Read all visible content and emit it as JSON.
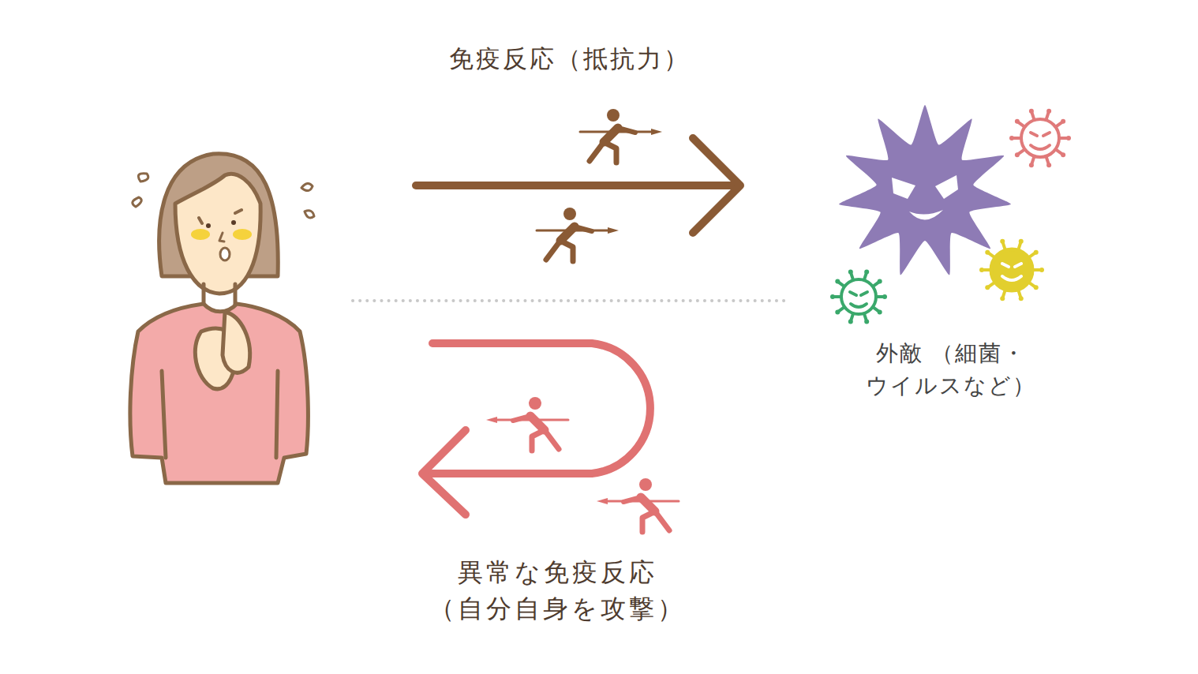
{
  "diagram": {
    "labels": [
      "免疫反応（抵抗力）",
      "外敵 （細菌・ウイルスなど）",
      "異常な免疫反応 （自分自身を攻撃）"
    ]
  }
}
